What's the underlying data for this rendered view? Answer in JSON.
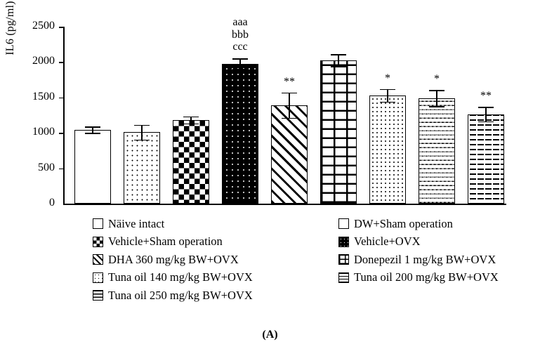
{
  "chart_data": {
    "type": "bar",
    "title": "",
    "panel_label": "(A)",
    "xlabel": "",
    "ylabel": "IL6 (pg/ml)",
    "ylim": [
      0,
      2500
    ],
    "yticks": [
      0,
      500,
      1000,
      1500,
      2000,
      2500
    ],
    "ytick_labels": [
      "0",
      "500",
      "1000",
      "1500",
      "2000",
      "2500"
    ],
    "grid": false,
    "legend_position": "below-axes",
    "categories": [
      "Näive intact",
      "DW+Sham operation",
      "Vehicle+Sham operation",
      "Vehicle+OVX",
      "DHA 360 mg/kg BW+OVX",
      "Donepezil 1 mg/kg BW+OVX",
      "Tuna oil 140 mg/kg BW+OVX",
      "Tuna oil 200 mg/kg BW+OVX",
      "Tuna oil 250 mg/kg BW+OVX"
    ],
    "values": [
      1045,
      1010,
      1185,
      1975,
      1390,
      2025,
      1530,
      1490,
      1265
    ],
    "errors": [
      45,
      105,
      50,
      75,
      180,
      85,
      90,
      115,
      100
    ],
    "annotations": [
      "",
      "",
      "",
      "aaa\nbbb\nccc",
      "**",
      "",
      "*",
      "*",
      "**"
    ],
    "fills": [
      "blank",
      "dots",
      "diamond",
      "solidgrid",
      "diag",
      "bricks",
      "smalldots",
      "wave",
      "dashrows"
    ]
  },
  "legend": {
    "rows": [
      [
        {
          "label": "Näive intact",
          "fill": "blank"
        },
        {
          "label": "DW+Sham operation",
          "fill": "blank"
        }
      ],
      [
        {
          "label": "Vehicle+Sham operation",
          "fill": "diamond"
        },
        {
          "label": "Vehicle+OVX",
          "fill": "solidgrid"
        }
      ],
      [
        {
          "label": "DHA 360 mg/kg BW+OVX",
          "fill": "diag"
        },
        {
          "label": "Donepezil 1 mg/kg BW+OVX",
          "fill": "bricks"
        }
      ],
      [
        {
          "label": "Tuna oil 140 mg/kg BW+OVX",
          "fill": "dots"
        },
        {
          "label": "Tuna oil 200 mg/kg BW+OVX",
          "fill": "wave"
        }
      ],
      [
        {
          "label": "Tuna oil 250 mg/kg BW+OVX",
          "fill": "dashrows"
        }
      ]
    ]
  }
}
